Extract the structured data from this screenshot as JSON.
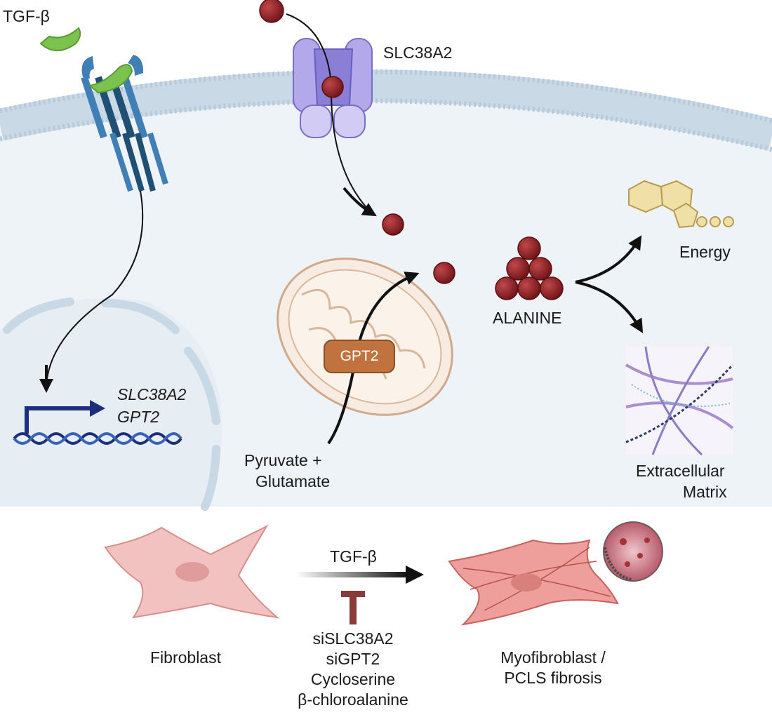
{
  "labels": {
    "tgfb_top": "TGF-β",
    "transporter": "SLC38A2",
    "gene1": "SLC38A2",
    "gene2": "GPT2",
    "enzyme": "GPT2",
    "substrate_line1": "Pyruvate +",
    "substrate_line2": "Glutamate",
    "alanine": "ALANINE",
    "energy": "Energy",
    "ecm_line1": "Extracellular",
    "ecm_line2": "Matrix"
  },
  "bottom": {
    "fibroblast": "Fibroblast",
    "arrow_label": "TGF-β",
    "inhibitors": [
      "siSLC38A2",
      "siGPT2",
      "Cycloserine",
      "β-chloroalanine"
    ],
    "myofibroblast_line1": "Myofibroblast /",
    "myofibroblast_line2": "PCLS fibrosis"
  },
  "colors": {
    "cytoplasm": "#eef3f8",
    "membrane": "#c9d9e6",
    "alanine_ball": "#8b1e22",
    "receptor": "#3f7fb6",
    "tgfb": "#7cc24e",
    "transporter": "#a79be0",
    "gpt2": "#c0733f",
    "cell_pink": "#f2c2c0",
    "inhibit_bar": "#8b3a3a",
    "dna": "#1c2f7a"
  }
}
